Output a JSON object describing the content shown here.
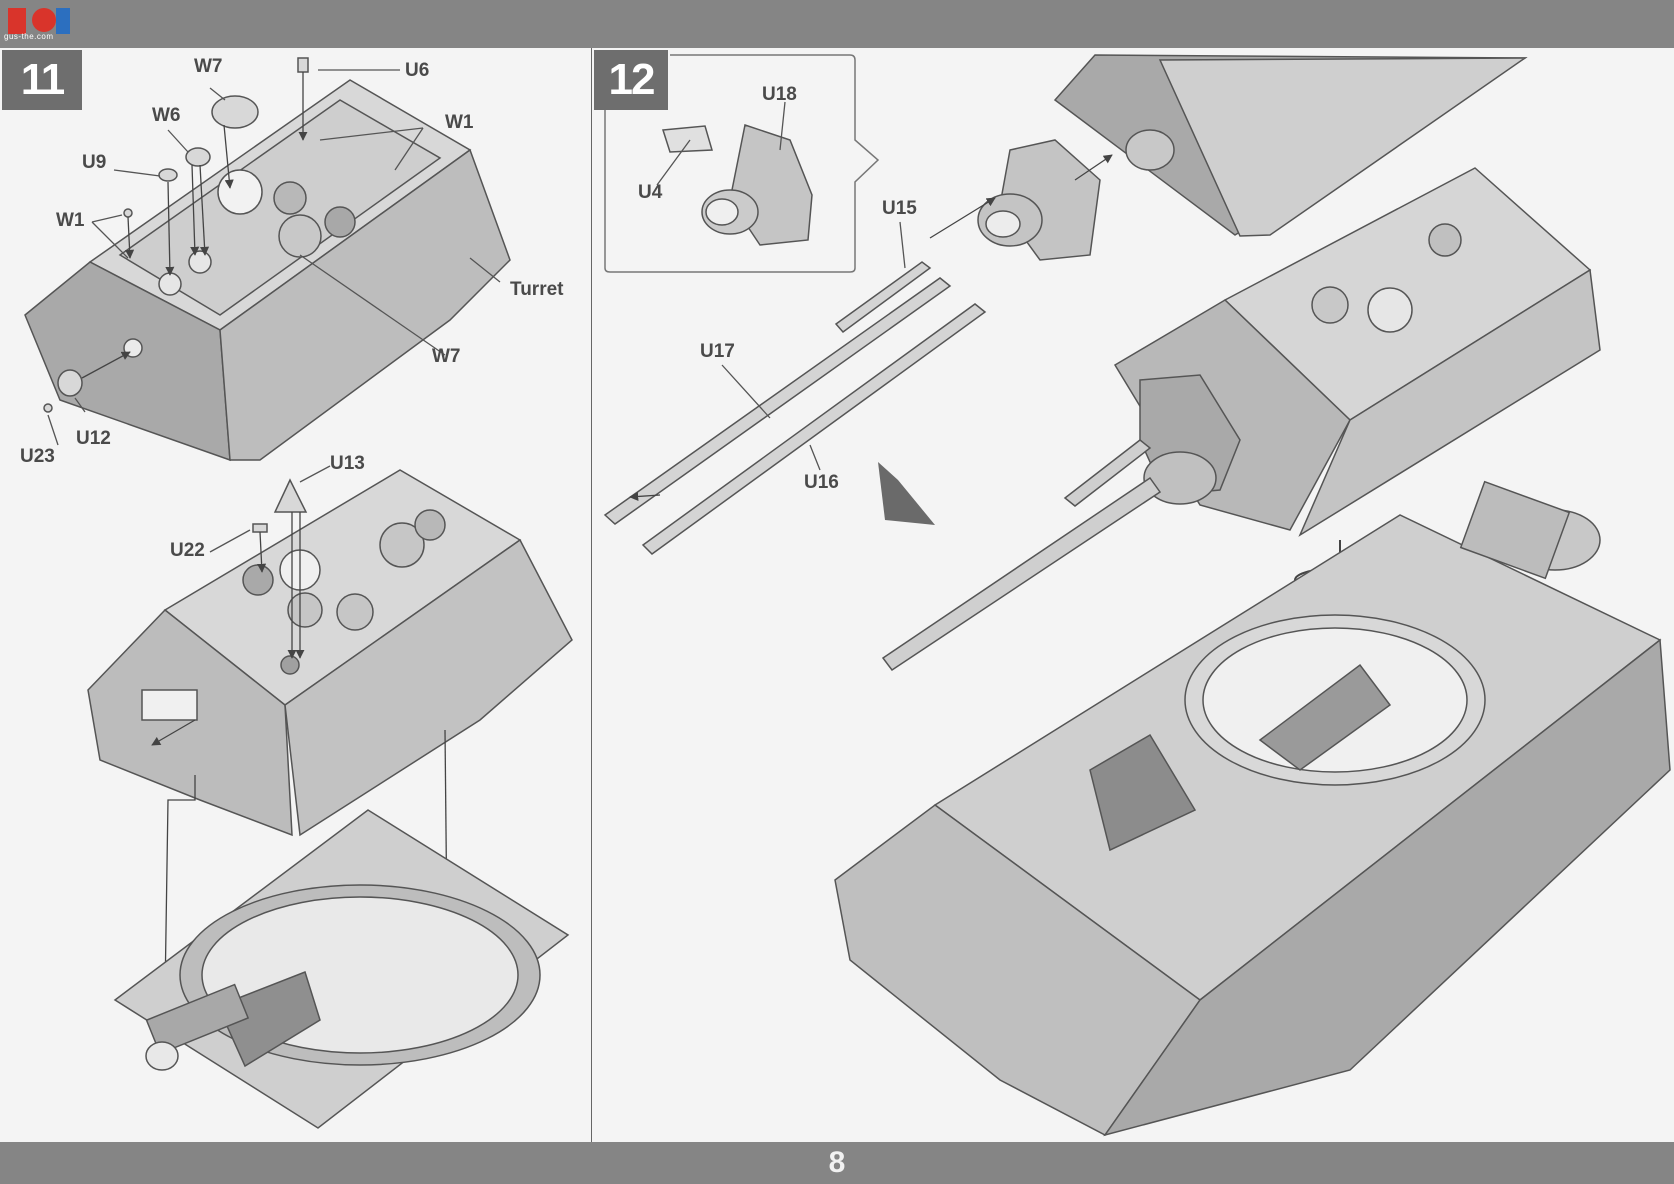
{
  "page": {
    "number": "8"
  },
  "watermark": {
    "site": "gus-the.com"
  },
  "steps": [
    {
      "number": "11",
      "labels": {
        "w7_top": "W7",
        "u6": "U6",
        "w6": "W6",
        "w1_right": "W1",
        "u9": "U9",
        "w1_left": "W1",
        "turret": "Turret",
        "w7_bottom": "W7",
        "u12": "U12",
        "u23": "U23",
        "u13": "U13",
        "u22": "U22"
      }
    },
    {
      "number": "12",
      "labels": {
        "u18": "U18",
        "u4": "U4",
        "u15": "U15",
        "u17": "U17",
        "u16": "U16"
      }
    }
  ]
}
